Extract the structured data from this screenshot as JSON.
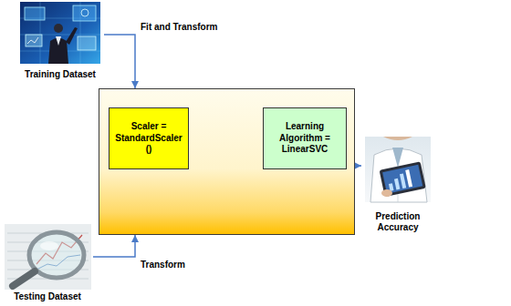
{
  "diagram": {
    "nodes": [
      {
        "text": [
          "Training Dataset"
        ]
      },
      {
        "text": []
      },
      {
        "text": [
          "Scaler = StandardScaler ()"
        ],
        "in": 1
      },
      {
        "text": [
          "Learning Algorithm = LinearSVC"
        ],
        "in": 1
      },
      {
        "text": [
          "Prediction Accuracy"
        ]
      },
      {
        "text": [
          "Testing Dataset"
        ]
      }
    ],
    "edges": [
      {
        "from": 0,
        "to": 1,
        "label": "Fit and Transform",
        "arrow": "to"
      },
      {
        "from": 5,
        "to": 1,
        "label": "Transform",
        "arrow": "to"
      },
      {
        "from": 1,
        "to": 4,
        "arrow": "to"
      }
    ]
  }
}
